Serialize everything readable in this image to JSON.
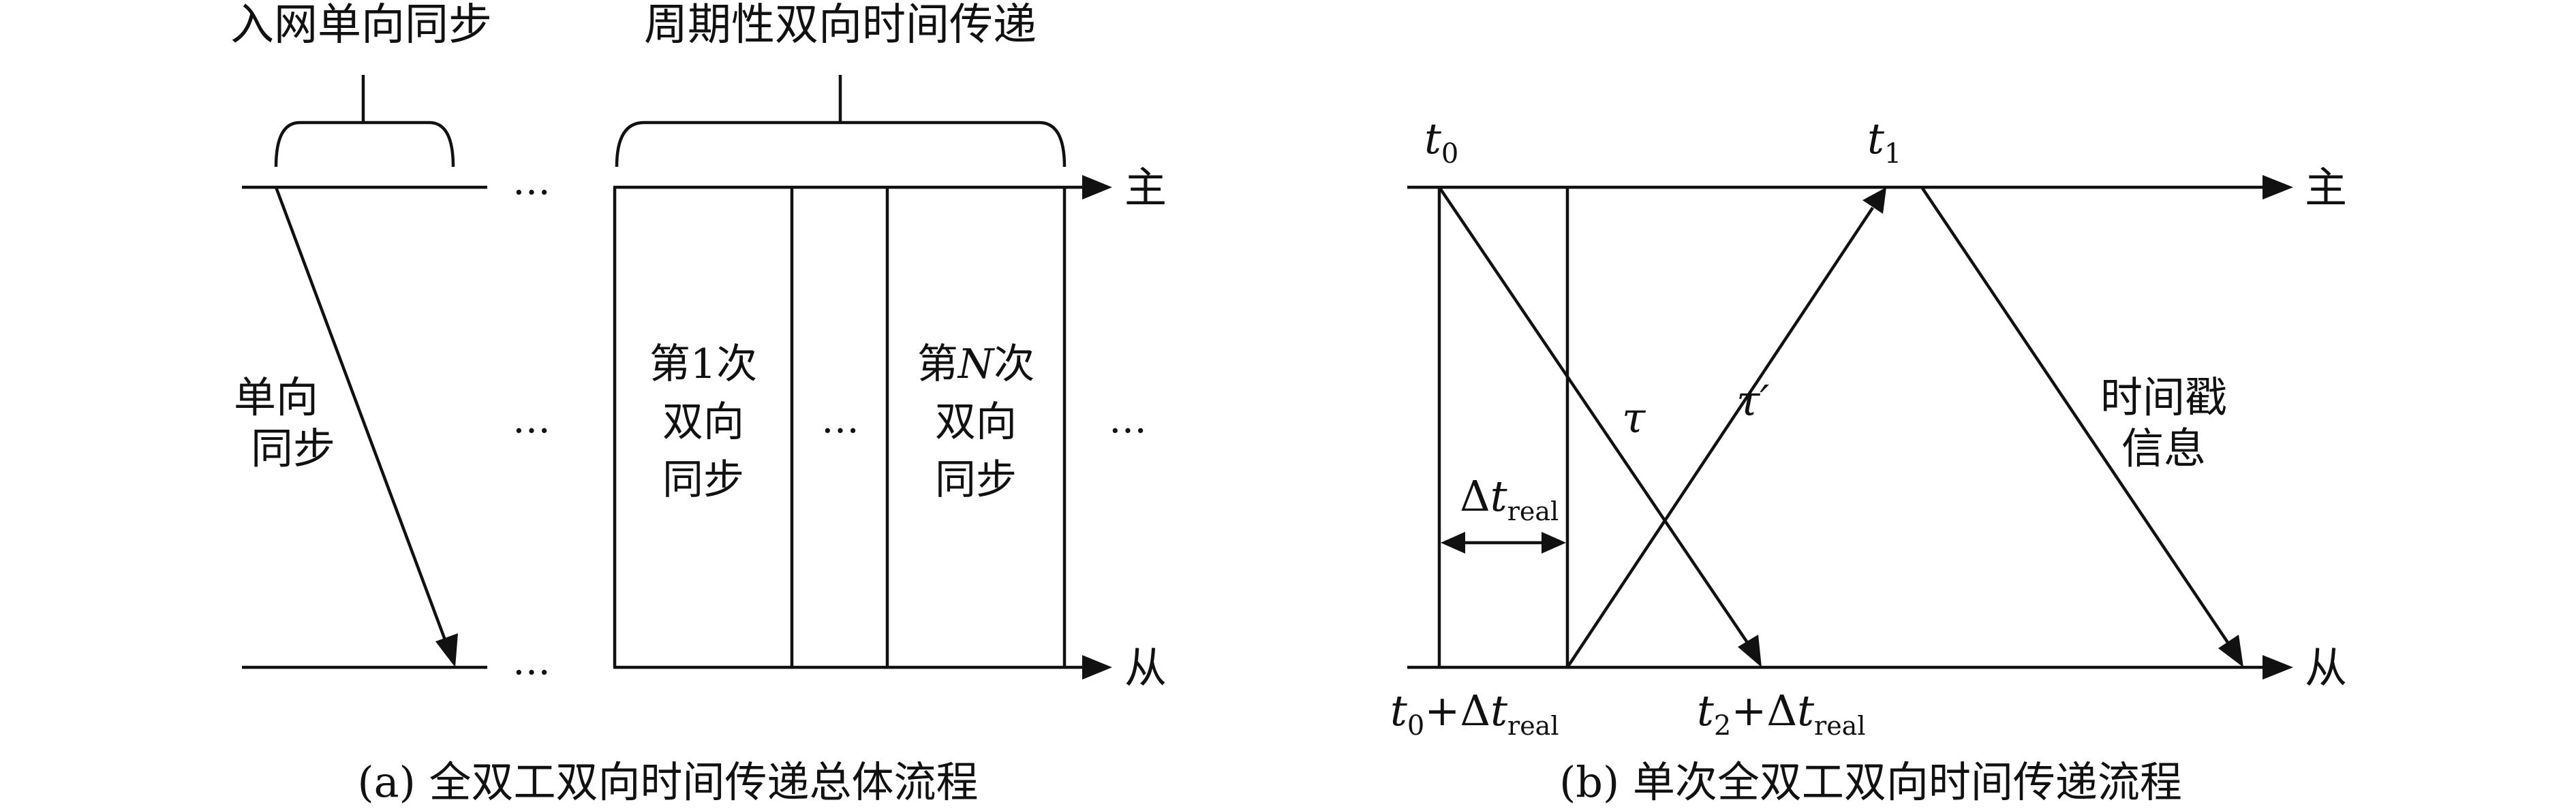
{
  "panel_a": {
    "top_label_left": "入网单向同步",
    "top_label_right": "周期性双向时间传递",
    "axis_master": "主",
    "axis_slave": "从",
    "ellipsis": "…",
    "oneway_line1": "单向",
    "oneway_line2": "同步",
    "first_line1": "第1次",
    "first_line2": "双向",
    "first_line3": "同步",
    "nth_prefix": "第",
    "nth_n": "N",
    "nth_suffix": "次",
    "nth_line2": "双向",
    "nth_line3": "同步",
    "caption": "(a) 全双工双向时间传递总体流程"
  },
  "panel_b": {
    "axis_master": "主",
    "axis_slave": "从",
    "t0_base": "t",
    "t0_sub": "0",
    "t1_base": "t",
    "t1_sub": "1",
    "tau": "τ",
    "tau_prime": "τ′",
    "delta": "Δ",
    "t_var": "t",
    "real_sub": "real",
    "bottom_left_t": "t",
    "bottom_left_sub": "0",
    "plus": "+",
    "bottom_right_t": "t",
    "bottom_right_sub": "2",
    "timestamp_line1": "时间戳",
    "timestamp_line2": "信息",
    "caption": "(b) 单次全双工双向时间传递流程"
  }
}
